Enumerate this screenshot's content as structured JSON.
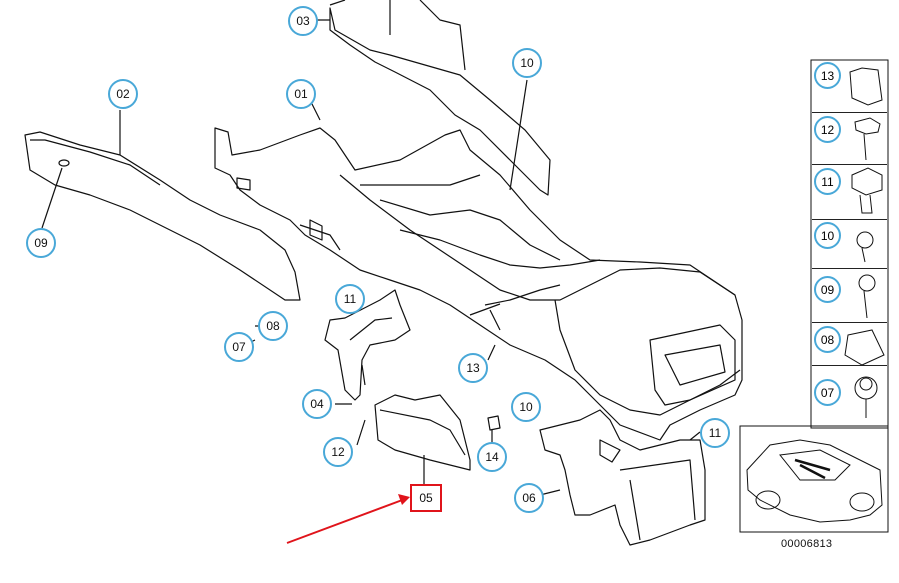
{
  "diagram_id": "00006813",
  "callouts": {
    "c01": "01",
    "c02": "02",
    "c03": "03",
    "c04": "04",
    "c05": "05",
    "c06": "06",
    "c07": "07",
    "c08": "08",
    "c09": "09",
    "c10a": "10",
    "c10b": "10",
    "c11a": "11",
    "c11b": "11",
    "c12": "12",
    "c13": "13",
    "c14": "14"
  },
  "selected_callout": "05",
  "legend": [
    "13",
    "12",
    "11",
    "10",
    "09",
    "08",
    "07"
  ],
  "colors": {
    "callout_border": "#49a8d8",
    "selection": "#e0141b",
    "line": "#111111"
  }
}
